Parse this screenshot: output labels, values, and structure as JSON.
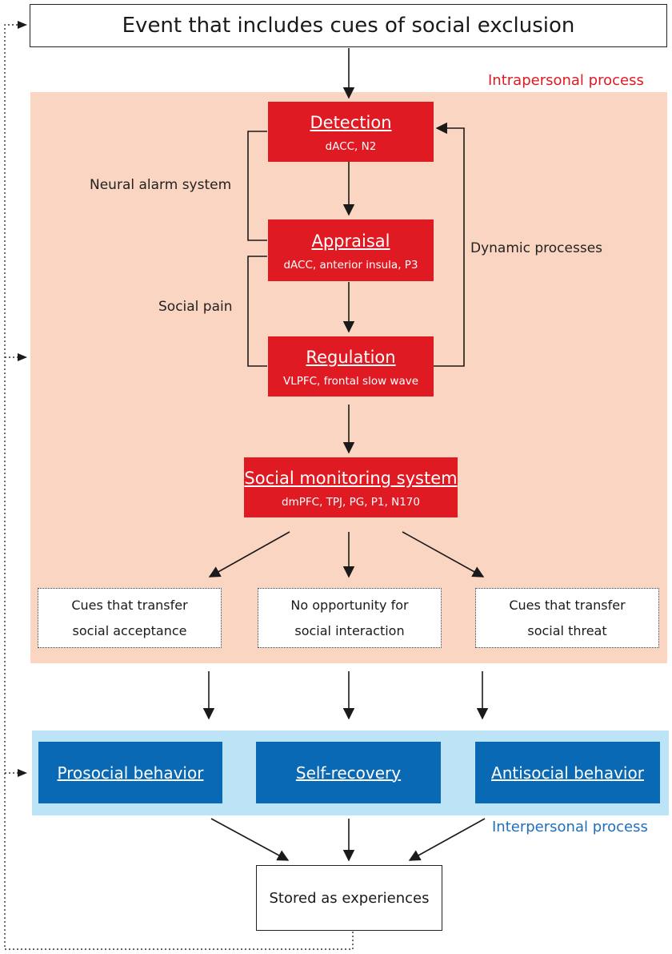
{
  "top_event": "Event that includes cues of social exclusion",
  "intrapersonal_label": "Intrapersonal process",
  "interpersonal_label": "Interpersonal process",
  "stages": [
    {
      "title": "Detection",
      "sub": "dACC, N2"
    },
    {
      "title": "Appraisal",
      "sub": "dACC, anterior insula, P3"
    },
    {
      "title": "Regulation",
      "sub": "VLPFC,  frontal slow wave"
    }
  ],
  "monitoring": {
    "title": "Social monitoring system",
    "sub": "dmPFC, TPJ, PG, P1, N170"
  },
  "side_labels": {
    "neural_alarm": "Neural alarm system",
    "social_pain": "Social pain",
    "dynamic": "Dynamic processes"
  },
  "cues": [
    {
      "line1": "Cues that transfer",
      "line2": "social acceptance"
    },
    {
      "line1": "No opportunity for",
      "line2": "social interaction"
    },
    {
      "line1": "Cues that transfer",
      "line2": "social threat"
    }
  ],
  "behaviors": [
    "Prosocial behavior",
    "Self-recovery",
    "Antisocial behavior"
  ],
  "stored": "Stored as experiences",
  "colors": {
    "intrapersonal_bg": "#fad5c2",
    "interpersonal_bg": "#bde3f6",
    "red": "#e01a22",
    "blue": "#0a69b4",
    "intrapersonal_text": "#e01a22",
    "interpersonal_text": "#1f6fba"
  }
}
